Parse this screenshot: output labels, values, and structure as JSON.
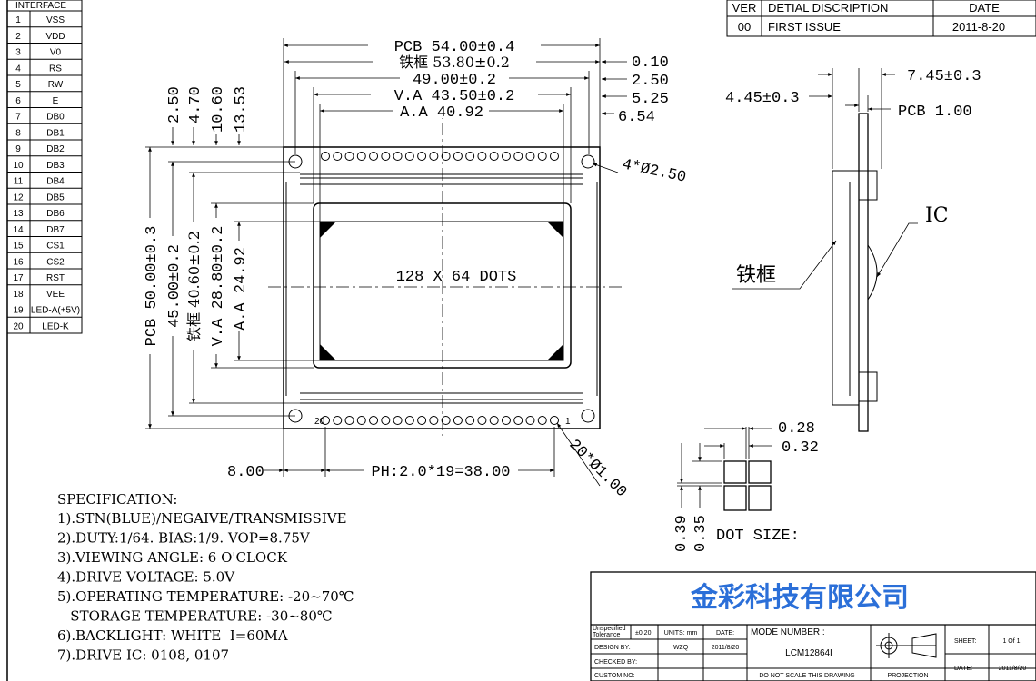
{
  "interface": {
    "title": "INTERFACE",
    "pins": [
      {
        "no": "1",
        "name": "VSS"
      },
      {
        "no": "2",
        "name": "VDD"
      },
      {
        "no": "3",
        "name": "V0"
      },
      {
        "no": "4",
        "name": "RS"
      },
      {
        "no": "5",
        "name": "RW"
      },
      {
        "no": "6",
        "name": "E"
      },
      {
        "no": "7",
        "name": "DB0"
      },
      {
        "no": "8",
        "name": "DB1"
      },
      {
        "no": "9",
        "name": "DB2"
      },
      {
        "no": "10",
        "name": "DB3"
      },
      {
        "no": "11",
        "name": "DB4"
      },
      {
        "no": "12",
        "name": "DB5"
      },
      {
        "no": "13",
        "name": "DB6"
      },
      {
        "no": "14",
        "name": "DB7"
      },
      {
        "no": "15",
        "name": "CS1"
      },
      {
        "no": "16",
        "name": "CS2"
      },
      {
        "no": "17",
        "name": "RST"
      },
      {
        "no": "18",
        "name": "VEE"
      },
      {
        "no": "19",
        "name": "LED-A(+5V)"
      },
      {
        "no": "20",
        "name": "LED-K"
      }
    ]
  },
  "revision": {
    "headers": {
      "ver": "VER",
      "desc": "DETIAL DISCRIPTION",
      "date": "DATE"
    },
    "rows": [
      {
        "ver": "00",
        "desc": "FIRST ISSUE",
        "date": "2011-8-20"
      }
    ]
  },
  "dims": {
    "pcb_w": "PCB  54.00±0.4",
    "frame_w": "铁框 53.80±0.2",
    "w49": "49.00±0.2",
    "va_w": "V.A  43.50±0.2",
    "aa_w": "A.A  40.92",
    "r010": "0.10",
    "r250": "2.50",
    "r525": "5.25",
    "r654": "6.54",
    "l250": "2.50",
    "l470": "4.70",
    "l1060": "10.60",
    "l1353": "13.53",
    "pcb_h": "PCB  50.00±0.3",
    "h45": "45.00±0.2",
    "frame_h": "铁框 40.60±0.2",
    "va_h": "V.A  28.80±0.2",
    "aa_h": "A.A  24.92",
    "holes": "4*Ø2.50",
    "pins_hole": "20*Ø1.00",
    "offset": "8.00",
    "pitch": "PH:2.0*19=38.00",
    "pin20": "20",
    "pin1": "1",
    "dots": "128 X 64 DOTS",
    "side_w": "7.45±0.3",
    "side_frame": "4.45±0.3",
    "side_pcb": "PCB  1.00",
    "ic": "IC",
    "frame_label": "铁框",
    "d028": "0.28",
    "d032": "0.32",
    "d039": "0.39",
    "d035": "0.35",
    "dot_size": "DOT SIZE:"
  },
  "spec": {
    "title": "SPECIFICATION:",
    "lines": [
      "1).STN(BLUE)/NEGAIVE/TRANSMISSIVE",
      "2).DUTY:1/64. BIAS:1/9. VOP=8.75V",
      "3).VIEWING ANGLE: 6 O'CLOCK",
      "4).DRIVE VOLTAGE: 5.0V",
      "5).OPERATING TEMPERATURE: -20~70℃",
      "   STORAGE TEMPERATURE: -30~80℃",
      "6).BACKLIGHT: WHITE  I=60MA",
      "7).DRIVE IC: 0108, 0107"
    ]
  },
  "title_block": {
    "company": "金彩科技有限公司",
    "tolerance_label": "Unspecified Tolerance",
    "tolerance": "±0.20",
    "units": "UNITS: mm",
    "date_label": "DATE:",
    "design_label": "DESIGN    BY:",
    "designer": "WZQ",
    "design_date": "2011/8/20",
    "checked_label": "CHECKED  BY:",
    "custom_label": "CUSTOM NO:",
    "model_label": "MODE NUMBER :",
    "model": "LCM12864I",
    "no_scale": "DO NOT SCALE THIS DRAWING",
    "projection": "PROJECTION",
    "sheet_label": "SHEET:",
    "sheet": "1  Of  1",
    "date2_label": "DATE:",
    "date2": "2011/8/20"
  },
  "colors": {
    "company": "#2b6fd8",
    "line": "#000000"
  }
}
